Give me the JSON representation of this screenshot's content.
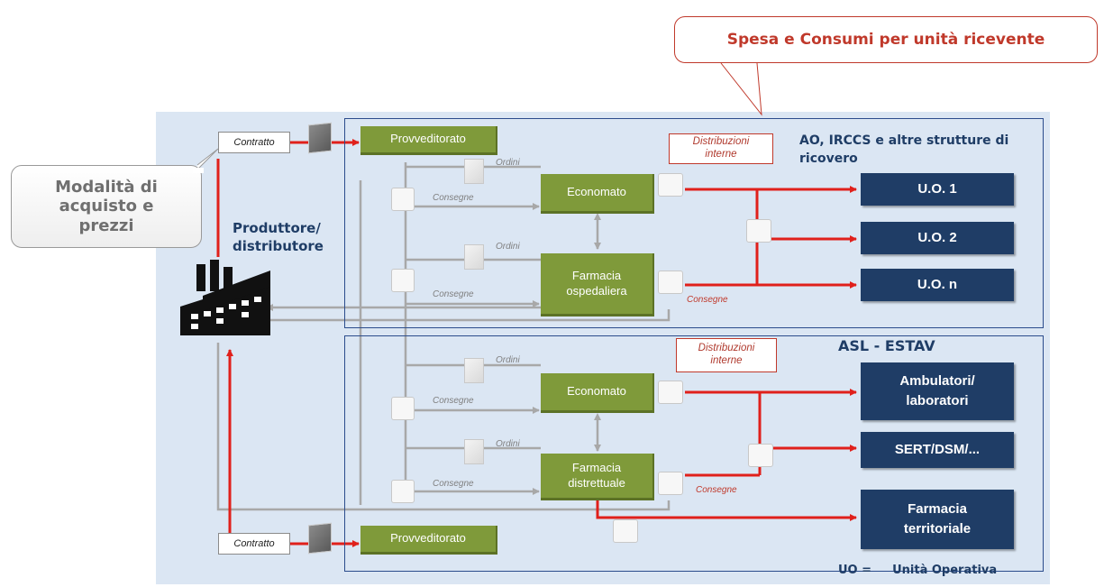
{
  "callout_top": {
    "text": "Spesa e Consumi per unità ricevente"
  },
  "callout_left": {
    "lines": [
      "Modalità di",
      "acquisto e",
      "prezzi"
    ]
  },
  "produttore": {
    "line1": "Produttore/",
    "line2": "distributore"
  },
  "contratto_label": "Contratto",
  "provveditorato_label": "Provveditorato",
  "top_section": {
    "title_line1": "AO, IRCCS e altre strutture di",
    "title_line2": "ricovero",
    "distribuzioni": {
      "line1": "Distribuzioni",
      "line2": "interne"
    },
    "economato": "Economato",
    "farmacia": {
      "line1": "Farmacia",
      "line2": "ospedaliera"
    },
    "units": [
      "U.O. 1",
      "U.O. 2",
      "U.O. n"
    ]
  },
  "bottom_section": {
    "title": "ASL - ESTAV",
    "distribuzioni": {
      "line1": "Distribuzioni",
      "line2": "interne"
    },
    "economato": "Economato",
    "farmacia": {
      "line1": "Farmacia",
      "line2": "distrettuale"
    },
    "units": [
      {
        "line1": "Ambulatori/",
        "line2": "laboratori"
      },
      {
        "line1": "SERT/DSM/...",
        "line2": ""
      },
      {
        "line1": "Farmacia",
        "line2": "territoriale"
      }
    ]
  },
  "flow_labels": {
    "ordini": "Ordini",
    "consegne": "Consegne"
  },
  "legend": {
    "abbr": "UO =",
    "meaning": "Unità Operativa"
  },
  "colors": {
    "green": "#7f9a3a",
    "navy": "#1f3d66",
    "red_arrow": "#e0201b",
    "grey_arrow": "#a8a8a8",
    "panel": "#dbe6f3",
    "frame": "#2b4c8c"
  }
}
